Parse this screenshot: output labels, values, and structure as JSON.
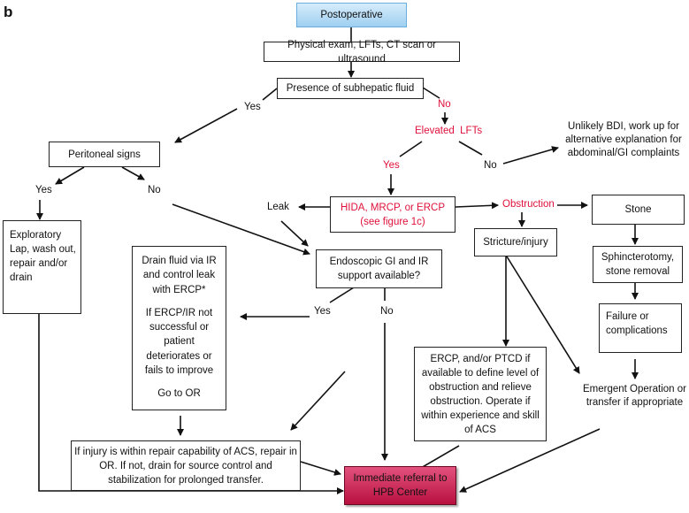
{
  "figure": {
    "panel_letter": "b",
    "colors": {
      "start_fill": "#9fcff0",
      "terminal_fill": "#c8164a",
      "highlight_text": "#e0103a",
      "line": "#111111"
    },
    "nodes": {
      "postoperative": "Postoperative",
      "workup": "Physical exam, LFTs, CT scan or ultrasound",
      "subhepatic": "Presence of subhepatic fluid",
      "peritoneal": "Peritoneal signs",
      "exploratory": [
        "Exploratory",
        "Lap, wash out,",
        "repair and/or",
        "drain"
      ],
      "hida": [
        "HIDA, MRCP, or ERCP",
        "(see figure 1c)"
      ],
      "endoscopic": [
        "Endoscopic GI and IR",
        "support available?"
      ],
      "drain": {
        "para1": [
          "Drain fluid via IR",
          "and control leak",
          "with ERCP*"
        ],
        "para2": [
          "If ERCP/IR not",
          "successful or",
          "patient",
          "deteriorates or",
          "fails to improve"
        ],
        "para3": [
          "Go to OR"
        ]
      },
      "repair": [
        "If injury is within repair capability of ACS, repair in",
        "OR. If not, drain for source control and",
        "stabilization for prolonged transfer."
      ],
      "stricture": "Stricture/injury",
      "ercp_ptcd": [
        "ERCP, and/or PTCD if",
        "available to define level of",
        "obstruction and relieve",
        "obstruction. Operate if",
        "within experience and skill",
        "of ACS"
      ],
      "stone": "Stone",
      "sphincterotomy": [
        "Sphincterotomy,",
        "stone removal"
      ],
      "failure": [
        "Failure or",
        "complications"
      ],
      "referral": [
        "Immediate referral to",
        "HPB Center"
      ]
    },
    "labels": {
      "subhepatic_yes": "Yes",
      "subhepatic_no": "No",
      "elevated_lfts": "Elevated  LFTs",
      "lfts_yes": "Yes",
      "lfts_no": "No",
      "unlikely_bdi": [
        "Unlikely BDI, work up for",
        "alternative explanation for",
        "abdominal/GI complaints"
      ],
      "peritoneal_yes": "Yes",
      "peritoneal_no": "No",
      "leak": "Leak",
      "obstruction": "Obstruction",
      "endoscopic_yes": "Yes",
      "endoscopic_no": "No",
      "emergent": [
        "Emergent Operation or",
        "transfer if appropriate"
      ]
    }
  }
}
